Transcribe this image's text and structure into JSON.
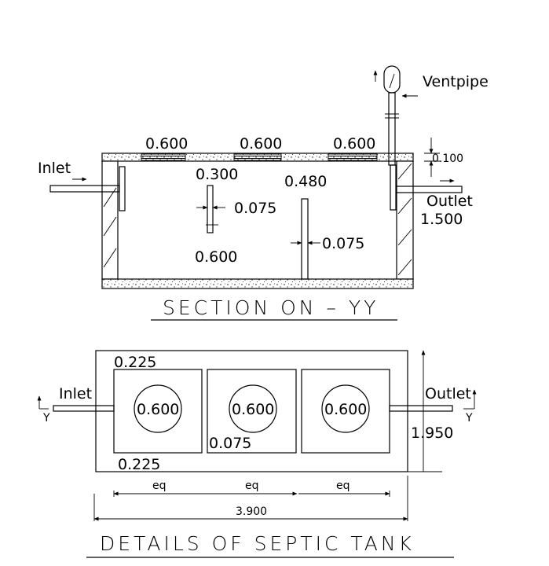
{
  "section": {
    "title": "SECTION ON – YY",
    "ventpipe": "Ventpipe",
    "inlet": "Inlet",
    "outlet": "Outlet",
    "cover_widths": [
      "0.600",
      "0.600",
      "0.600"
    ],
    "slab_thickness": "0.100",
    "baffle_gap": "0.300",
    "baffle_thickness_1": "0.075",
    "baffle_height_2": "0.480",
    "baffle_thickness_2": "0.075",
    "baffle_depth": "0.600",
    "tank_depth": "1.500"
  },
  "plan": {
    "title": "DETAILS OF SEPTIC TANK",
    "inlet": "Inlet",
    "outlet": "Outlet",
    "section_mark": "Y",
    "wall_top": "0.225",
    "wall_bottom": "0.225",
    "manholes": [
      "0.600",
      "0.600",
      "0.600"
    ],
    "partition": "0.075",
    "width": "1.950",
    "eq": [
      "eq",
      "eq",
      "eq"
    ],
    "length": "3.900"
  }
}
